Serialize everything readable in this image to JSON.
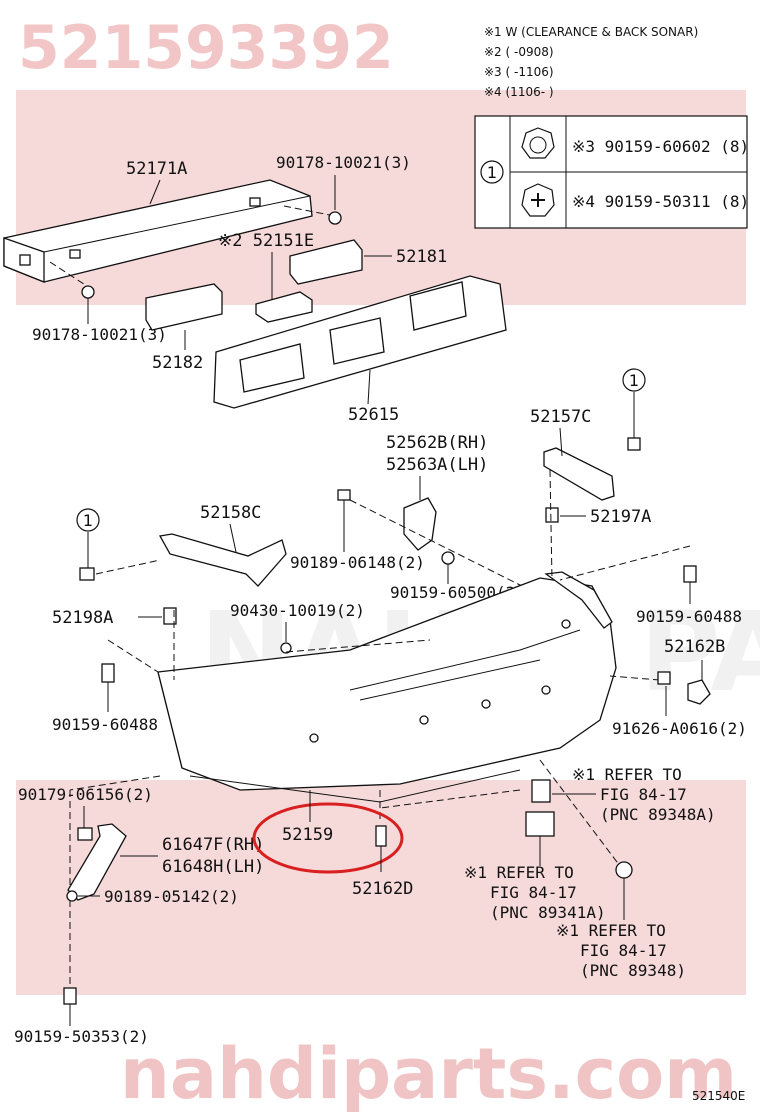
{
  "watermark": {
    "part_number": "521593392",
    "site": "nahdiparts.com",
    "brand_en": "NAHDI PARTS"
  },
  "notes": {
    "n1": "※1 W (CLEARANCE & BACK SONAR)",
    "n2": "※2 (        -0908)",
    "n3": "※3 (        -1106)",
    "n4": "※4 (1106-        )"
  },
  "table": {
    "key": "1",
    "row1": "※3 90159-60602 (8)",
    "row2": "※4 90159-50311 (8)"
  },
  "labels": {
    "l52171A": "52171A",
    "l90178a": "90178-10021(3)",
    "l52151E": "※2 52151E",
    "l52181": "52181",
    "l90178b": "90178-10021(3)",
    "l52182": "52182",
    "l52615": "52615",
    "l52562B": "52562B(RH)",
    "l52563A": "52563A(LH)",
    "l52157C": "52157C",
    "l52158C": "52158C",
    "l52197A": "52197A",
    "l90189a": "90189-06148(2)",
    "l90159a": "90159-60500(2)",
    "l52198A": "52198A",
    "l90430": "90430-10019(2)",
    "l90159b": "90159-60488",
    "l52162B": "52162B",
    "l90159c": "90159-60488",
    "l91626": "91626-A0616(2)",
    "l90179": "90179-06156(2)",
    "l61647F": "61647F(RH)",
    "l61648H": "61648H(LH)",
    "l90189b": "90189-05142(2)",
    "l90159d": "90159-50353(2)",
    "l52159": "52159",
    "l52162D": "52162D"
  },
  "refs": {
    "r1a": "※1 REFER TO",
    "r1b": "FIG 84-17",
    "r1c": "(PNC 89348A)",
    "r2a": "※1 REFER TO",
    "r2b": "FIG 84-17",
    "r2c": "(PNC 89341A)",
    "r3a": "※1 REFER TO",
    "r3b": "FIG 84-17",
    "r3c": "(PNC 89348)"
  },
  "callouts": {
    "c1": "1",
    "c2": "1",
    "c3": "1"
  },
  "figure_id": "521540E",
  "colors": {
    "highlight": "#d92020",
    "watermark": "#f2c6c6"
  }
}
